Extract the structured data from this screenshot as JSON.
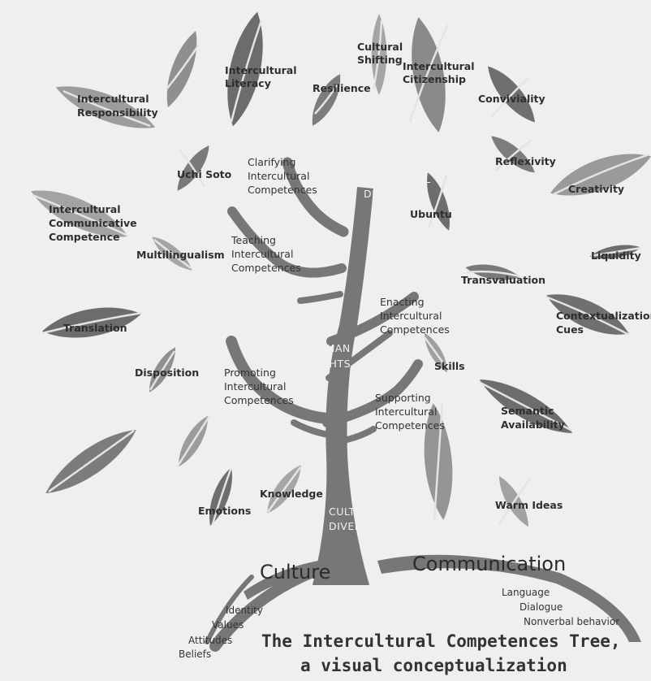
{
  "diagram": {
    "title_line1": "The Intercultural Competences Tree,",
    "title_line2": "a visual conceptualization",
    "trunk_labels": {
      "dialogue_1": "INTERCULTURAL",
      "dialogue_2": "DIALOGUE",
      "rights_1": "HUMAN",
      "rights_2": "RIGHTS",
      "diversity_1": "CULTURAL",
      "diversity_2": "DIVERSITY"
    },
    "branch_labels": {
      "clarifying": [
        "Clarifying",
        "Intercultural",
        "Competences"
      ],
      "teaching": [
        "Teaching",
        "Intercultural",
        "Competences"
      ],
      "enacting": [
        "Enacting",
        "Intercultural",
        "Competences"
      ],
      "promoting": [
        "Promoting",
        "Intercultural",
        "Competences"
      ],
      "supporting": [
        "Supporting",
        "Intercultural",
        "Competences"
      ]
    },
    "roots": {
      "culture": "Culture",
      "communication": "Communication",
      "culture_items": [
        "Identity",
        "Values",
        "Attitudes",
        "Beliefs"
      ],
      "communication_items": [
        "Language",
        "Dialogue",
        "Nonverbal behavior"
      ]
    },
    "leaves": {
      "intercultural_literacy": [
        "Intercultural",
        "Literacy"
      ],
      "cultural_shifting": [
        "Cultural",
        "Shifting"
      ],
      "intercultural_citizenship": [
        "Intercultural",
        "Citizenship"
      ],
      "resilience": [
        "Resilience"
      ],
      "conviviality": [
        "Conviviality"
      ],
      "intercultural_responsibility": [
        "Intercultural",
        "Responsibility"
      ],
      "reflexivity": [
        "Reflexivity"
      ],
      "uchi_soto": [
        "Uchi Soto"
      ],
      "creativity": [
        "Creativity"
      ],
      "intercultural_communicative_competence": [
        "Intercultural",
        "Communicative",
        "Competence"
      ],
      "ubuntu": [
        "Ubuntu"
      ],
      "multilingualism": [
        "Multilingualism"
      ],
      "liquidity": [
        "Liquidity"
      ],
      "transvaluation": [
        "Transvaluation"
      ],
      "translation": [
        "Translation"
      ],
      "contextualization_cues": [
        "Contextualization",
        "Cues"
      ],
      "skills": [
        "Skills"
      ],
      "disposition": [
        "Disposition"
      ],
      "semantic_availability": [
        "Semantic",
        "Availability"
      ],
      "knowledge": [
        "Knowledge"
      ],
      "emotions": [
        "Emotions"
      ],
      "warm_ideas": [
        "Warm Ideas"
      ]
    }
  }
}
